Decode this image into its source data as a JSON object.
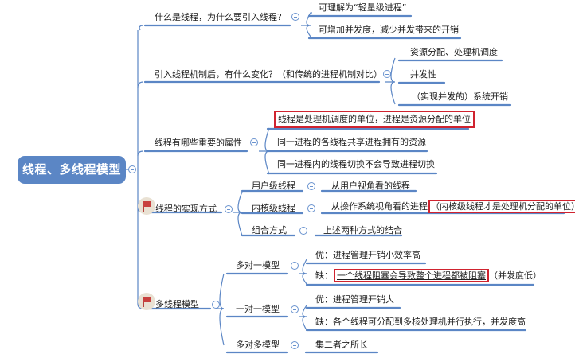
{
  "root": {
    "label": "线程、多线程模型"
  },
  "colors": {
    "root_fill": "#5b86c5",
    "line": "#5b86c5",
    "highlight_border": "#d0232f",
    "flag": "#c8413f"
  },
  "branches": [
    {
      "label": "什么是线程，为什么要引入线程?",
      "children": [
        {
          "label": "可理解为“轻量级进程”"
        },
        {
          "label": "可增加并发度，减少并发带来的开销"
        }
      ]
    },
    {
      "label": "引入线程机制后，有什么变化？（和传统的进程机制对比）",
      "children": [
        {
          "label": "资源分配、处理机调度"
        },
        {
          "label": "并发性"
        },
        {
          "label": "（实现并发的）系统开销"
        }
      ]
    },
    {
      "label": "线程有哪些重要的属性",
      "children": [
        {
          "label": "线程是处理机调度的单位，进程是资源分配的单位",
          "highlighted": true
        },
        {
          "label": "同一进程的各线程共享进程拥有的资源"
        },
        {
          "label": "同一进程内的线程切换不会导致进程切换"
        }
      ]
    },
    {
      "label": "线程的实现方式",
      "flag": "red-flag-icon",
      "children": [
        {
          "label": "用户级线程",
          "children": [
            {
              "label": "从用户视角看的线程"
            }
          ]
        },
        {
          "label": "内核级线程",
          "children": [
            {
              "label": "从操作系统视角看的进程",
              "highlight_suffix": "（内核级线程才是处理机分配的单位）"
            }
          ]
        },
        {
          "label": "组合方式",
          "children": [
            {
              "label": "上述两种方式的结合"
            }
          ]
        }
      ]
    },
    {
      "label": "多线程模型",
      "flag": "red-flag-icon",
      "children": [
        {
          "label": "多对一模型",
          "children": [
            {
              "label": "优：进程管理开销小效率高"
            },
            {
              "prefix": "缺：",
              "highlight": "一个线程阻塞会导致整个进程都被阻塞",
              "suffix": "（并发度低）"
            }
          ]
        },
        {
          "label": "一对一模型",
          "children": [
            {
              "label": "优：进程管理开销大"
            },
            {
              "label": "缺：各个线程可分配到多核处理机并行执行，并发度高"
            }
          ]
        },
        {
          "label": "多对多模型",
          "children": [
            {
              "label": "集二者之所长"
            }
          ]
        }
      ]
    }
  ]
}
